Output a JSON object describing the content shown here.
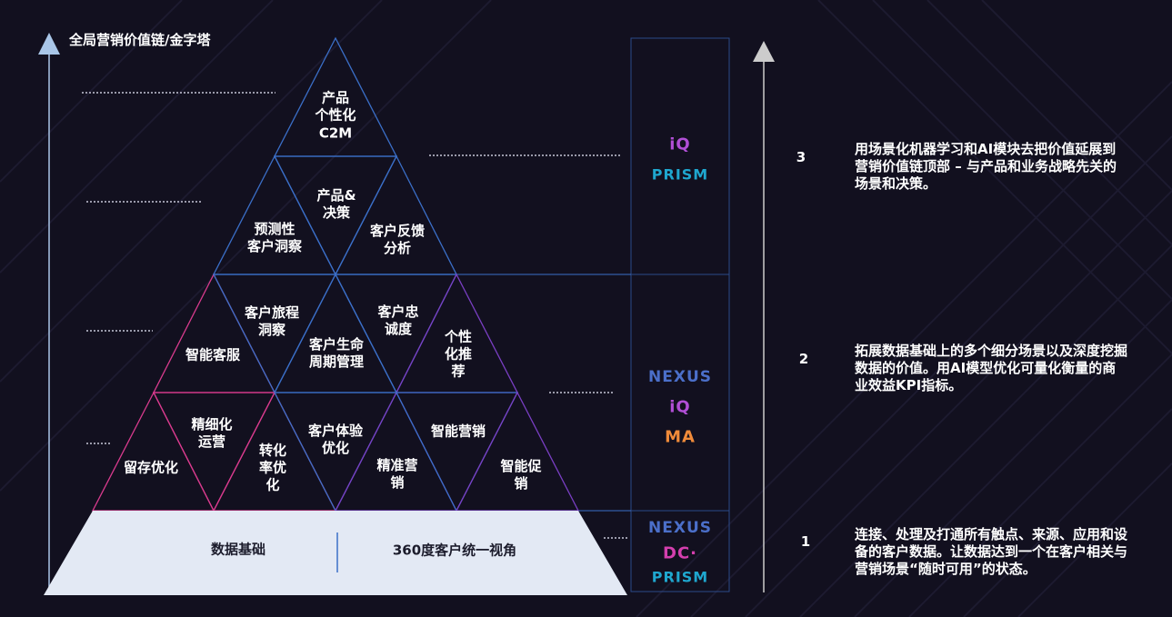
{
  "title": "全局营销价值链/金字塔",
  "pyramid": {
    "top": {
      "line1": "产品",
      "line2": "个性化",
      "line3": "C2M"
    },
    "tier2": {
      "center": "产品&\n决策",
      "left": "预测性\n客户洞察",
      "right": "客户反馈\n分析"
    },
    "tier3": {
      "a": "智能客服",
      "b": "客户旅程\n洞察",
      "c": "客户生命\n周期管理",
      "d": "客户忠\n诚度",
      "e": "个性\n化推\n荐"
    },
    "tier4": {
      "a": "留存优化",
      "b": "精细化\n运营",
      "c": "转化\n率优\n化",
      "d": "客户体验\n优化",
      "e": "精准营\n销",
      "f": "智能营销",
      "g": "智能促\n销"
    },
    "base": {
      "left": "数据基础",
      "right": "360度客户统一视角"
    }
  },
  "products": {
    "top": [
      {
        "icon": "iq-logo",
        "text": "iQ"
      },
      {
        "icon": "prism-logo",
        "text": "PRISM"
      }
    ],
    "middle": [
      {
        "icon": "nexus-logo",
        "text": "NEXUS"
      },
      {
        "icon": "iq-logo",
        "text": "iQ"
      },
      {
        "icon": "ma-logo",
        "text": "MA"
      }
    ],
    "bottom": [
      {
        "icon": "nexus-logo",
        "text": "NEXUS"
      },
      {
        "icon": "dc-logo",
        "text": "DC·"
      },
      {
        "icon": "prism-logo",
        "text": "PRISM"
      }
    ]
  },
  "levels": [
    {
      "number": "3",
      "text": "用场景化机器学习和AI模块去把价值延展到营销价值链顶部 – 与产品和业务战略先关的场景和决策。"
    },
    {
      "number": "2",
      "text": "拓展数据基础上的多个细分场景以及深度挖掘数据的价值。用AI模型优化可量化衡量的商业效益KPI指标。"
    },
    {
      "number": "1",
      "text": "连接、处理及打通所有触点、来源、应用和设备的客户数据。让数据达到一个在客户相关与营销场景“随时可用”的状态。"
    }
  ],
  "colors": {
    "background": "#12101f",
    "blue_line": "#3b6fc8",
    "pink_line": "#d93b8e",
    "purple_line": "#7a3fc4",
    "base_fill": "#e3e9f4",
    "left_arrow": "#a9c6e8",
    "right_arrow": "#cccccc"
  }
}
